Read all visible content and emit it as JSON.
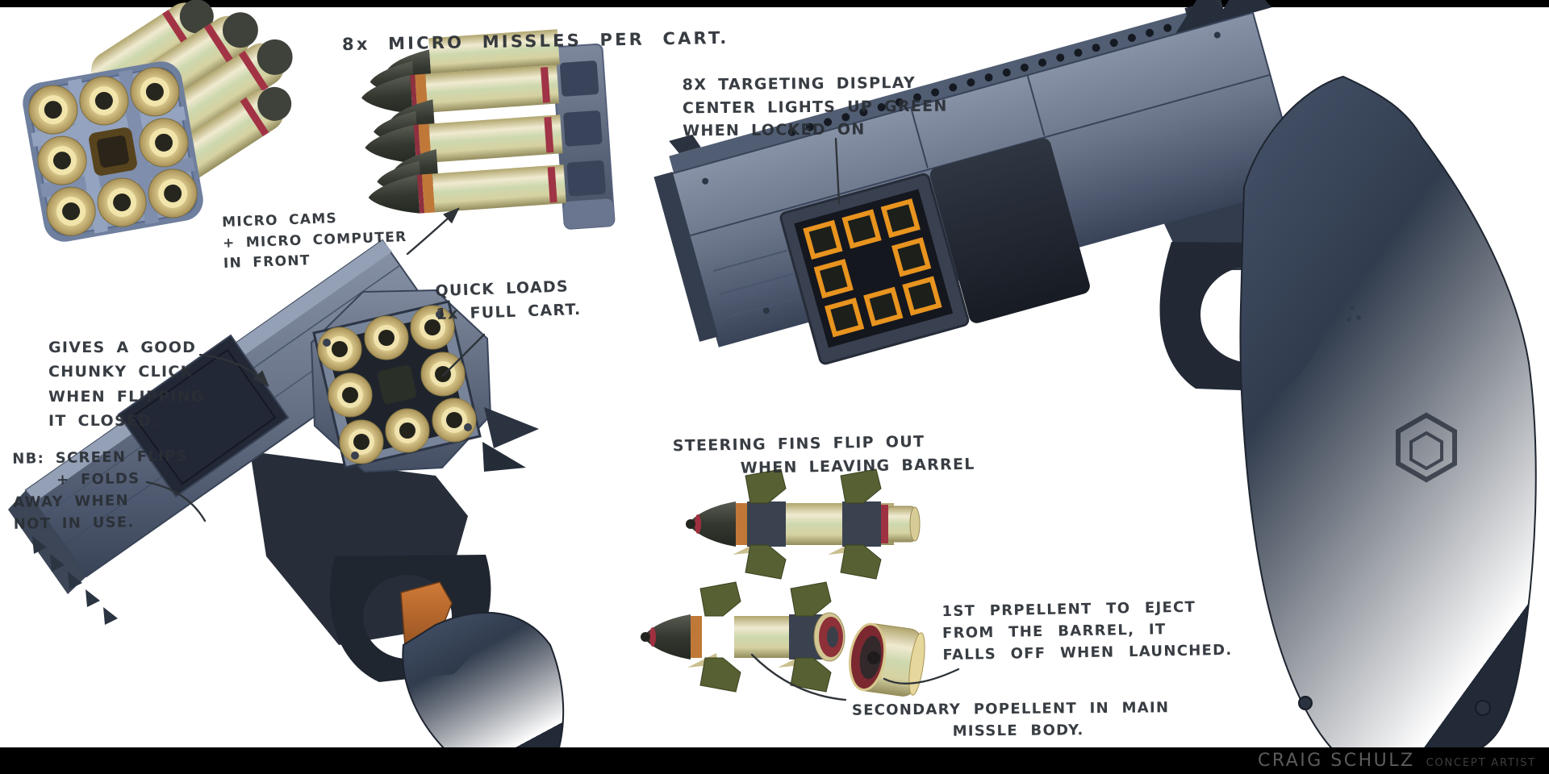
{
  "page": {
    "background": "#ffffff",
    "letterbox_bar_color": "#000000",
    "ink_color": "#2A2F35"
  },
  "credit": {
    "name": "CRAIG SCHULZ",
    "role": "CONCEPT ARTIST"
  },
  "annotations": {
    "cart_header": "8x MICRO MISSLES PER CART.",
    "micro_cams": "MICRO CAMS\n+ MICRO COMPUTER\nIN FRONT",
    "targeting_display": "8X TARGETING DISPLAY\nCENTER LIGHTS UP GREEN\nWHEN LOCKED ON",
    "quick_loads": "QUICK LOADS\n1x FULL CART.",
    "chunky_click": "GIVES A GOOD\nCHUNKY CLICK\nWHEN FLIPPING\nIT CLOSED.",
    "screen_folds": "NB: SCREEN FLIPS\n    + FOLDS\nAWAY WHEN\nNOT IN USE.",
    "steering_fins": "STEERING FINS FLIP OUT\n      WHEN LEAVING BARREL",
    "first_propellent": "1ST PRPELLENT TO EJECT\nFROM THE BARREL, IT\nFALLS OFF WHEN LAUNCHED.",
    "secondary_propellent": "SECONDARY POPELLENT IN MAIN\n        MISSLE BODY."
  },
  "design_facts": {
    "missiles_per_cartridge": 8,
    "targeting_cells": 8,
    "loading_rounds_visible": 8
  },
  "colors": {
    "gun_steel": "#5A6478",
    "gun_dark": "#222935",
    "grip": "#2C3544",
    "trigger_orange": "#C06A30",
    "display_cell_orange": "#E8941F",
    "display_screen": "#15171E",
    "brass": "#D6C488",
    "missile_body_pale": "#D6D2A2",
    "red_stripe": "#9E3242",
    "fin_olive": "#566032",
    "cartridge_frame_blue": "#8A9AB8",
    "propellent_cup_red": "#7C2830"
  }
}
